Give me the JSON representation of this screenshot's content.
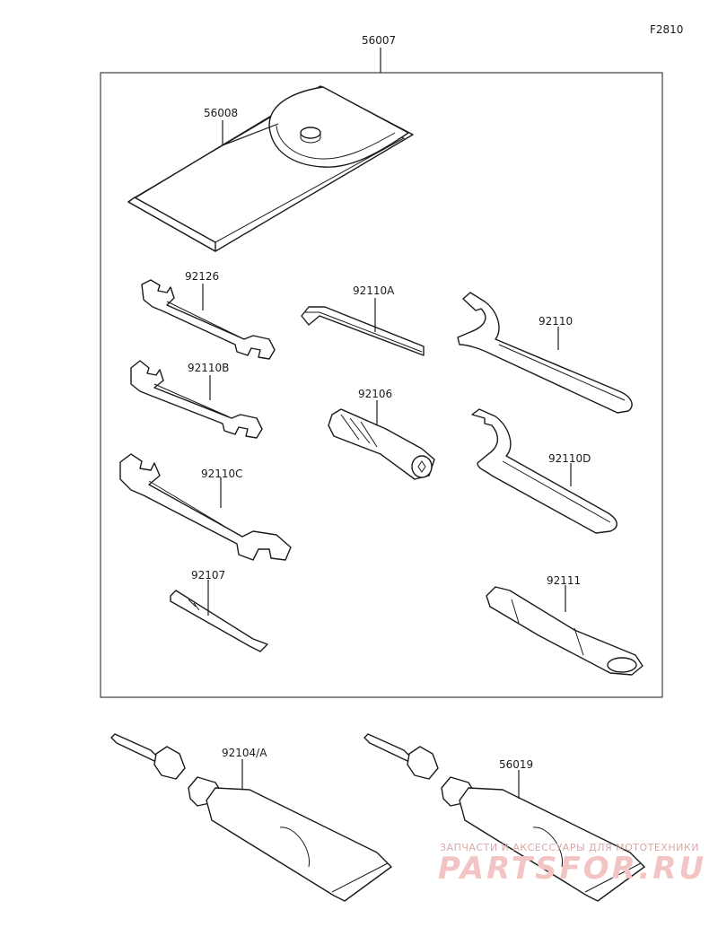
{
  "figure_code": "F2810",
  "parts": {
    "kit": "56007",
    "pouch": "56008",
    "wrench_small": "92126",
    "hex_key": "92110A",
    "spanner_hook": "92110",
    "wrench_b": "92110B",
    "plug_tool": "92106",
    "wrench_c": "92110C",
    "spanner_hook_d": "92110D",
    "screwdriver": "92107",
    "handle": "92111",
    "grease_tube": "92104/A",
    "sealant_tube": "56019"
  },
  "watermark": {
    "line1": "ЗАПЧАСТИ И АКСЕССУАРЫ ДЛЯ МОТОТЕХНИКИ",
    "logo": "PARTSFOR.RU"
  }
}
